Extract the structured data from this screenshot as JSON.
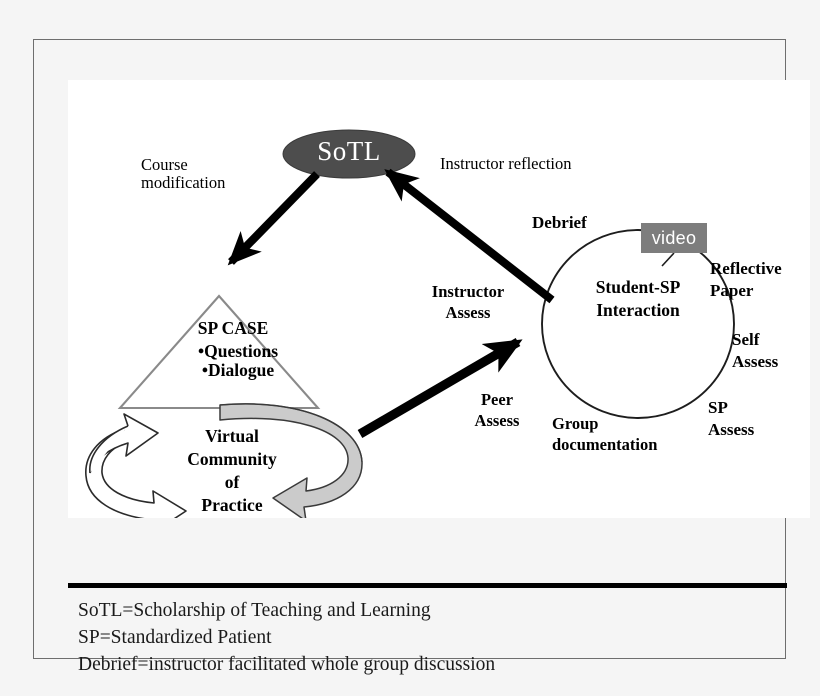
{
  "figure": {
    "title_labels": {
      "course_modification": "Course\nmodification",
      "instructor_reflection": "Instructor reflection",
      "sotl": "SoTL",
      "sp_case": "SP CASE",
      "sp_case_bullets": "•Questions\n•Dialogue",
      "virtual_community": "Virtual\nCommunity\nof\nPractice",
      "instructor_assess": "Instructor\nAssess",
      "peer_assess": "Peer\nAssess",
      "debrief": "Debrief",
      "video": "video",
      "student_sp_interaction": "Student-SP\nInteraction",
      "group_documentation": "Group\ndocumentation",
      "reflective_paper": "Reflective\nPaper",
      "self_assess": "Self\nAssess",
      "sp_assess": "SP\nAssess"
    },
    "shapes": {
      "ellipse_label": "SoTL",
      "triangle_label": "SP CASE",
      "circle_label": "Student-SP Interaction"
    },
    "colors": {
      "ellipse_fill": "#4d4d4d",
      "ellipse_text": "#ffffff",
      "video_chip_fill": "#7d7d7d",
      "video_chip_text": "#ffffff",
      "arrow_black": "#000000",
      "curved_arrow_gray": "#cccccc",
      "outline_gray": "#808080",
      "page_background": "#f5f5f5",
      "canvas_background": "#ffffff"
    }
  },
  "legend": {
    "lines": [
      "SoTL=Scholarship of Teaching and Learning",
      "SP=Standardized Patient",
      "Debrief=instructor facilitated whole group discussion"
    ]
  }
}
